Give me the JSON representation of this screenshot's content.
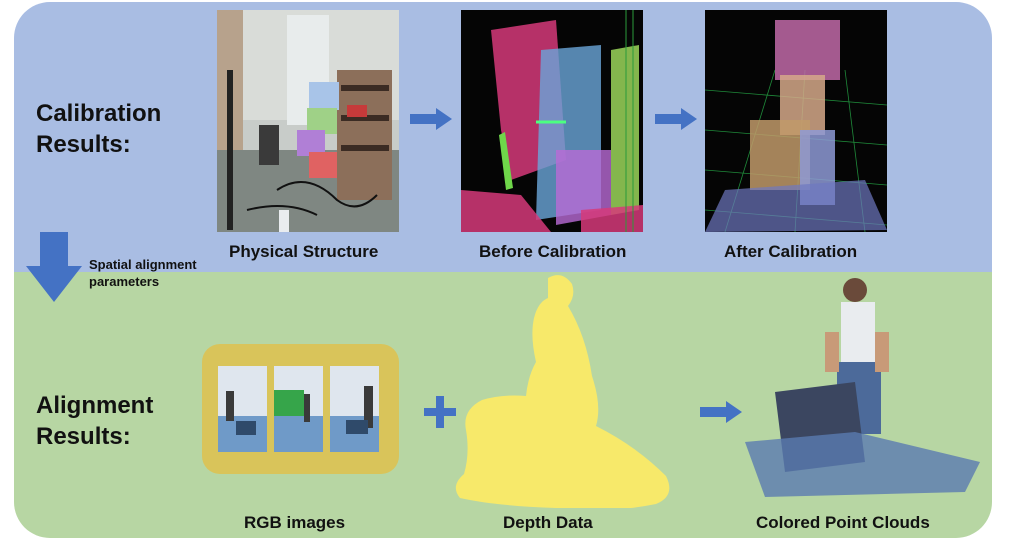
{
  "sections": {
    "calibration": {
      "title_line1": "Calibration",
      "title_line2": "Results:",
      "captions": {
        "physical": "Physical Structure",
        "before": "Before Calibration",
        "after": "After Calibration"
      }
    },
    "alignment": {
      "title_line1": "Alignment",
      "title_line2": "Results:",
      "captions": {
        "rgb": "RGB images",
        "depth": "Depth Data",
        "colored": "Colored Point Clouds"
      }
    }
  },
  "transition": {
    "line1": "Spatial alignment",
    "line2": "parameters"
  },
  "colors": {
    "top_panel": "#a9bde3",
    "bottom_panel": "#b7d6a3",
    "arrow": "#4472c4",
    "depth_yellow": "#f7e96a",
    "rgb_frame": "#d9c45a"
  }
}
